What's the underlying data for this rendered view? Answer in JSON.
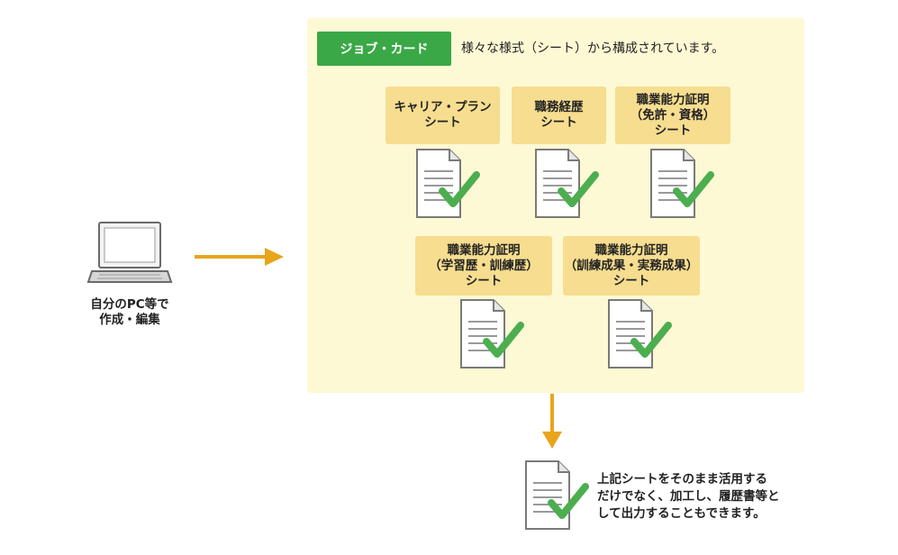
{
  "badge_label": "ジョブ・カード",
  "headline": "様々な様式（シート）から構成されています。",
  "sheets": [
    {
      "label": "キャリア・プラン\nシート"
    },
    {
      "label": "職務経歴\nシート"
    },
    {
      "label": "職業能力証明\n（免許・資格）\nシート"
    },
    {
      "label": "職業能力証明\n（学習歴・訓練歴）\nシート"
    },
    {
      "label": "職業能力証明\n（訓練成果・実務成果）\nシート"
    }
  ],
  "pc_caption": "自分のPC等で\n作成・編集",
  "output_note": "上記シートをそのまま活用する\nだけでなく、加工し、履歴書等と\nして出力することもできます。",
  "colors": {
    "panel": "#fdf9d4",
    "badge": "#3aa846",
    "label_bg": "#f6dd8f",
    "arrow": "#e8a51c",
    "check": "#4cae4f"
  },
  "icons": [
    "laptop-icon",
    "document-check-icon",
    "arrow-right-icon",
    "arrow-down-icon"
  ]
}
